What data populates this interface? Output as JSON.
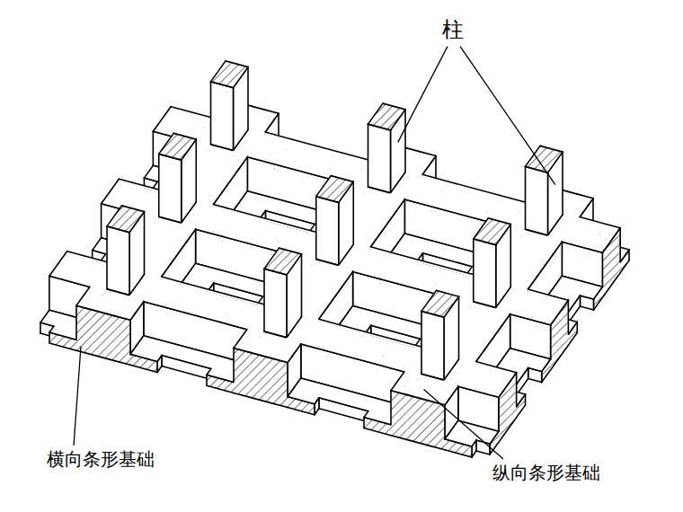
{
  "diagram": {
    "labels": [
      "柱",
      "横向条形基础",
      "纵向条形基础"
    ]
  }
}
